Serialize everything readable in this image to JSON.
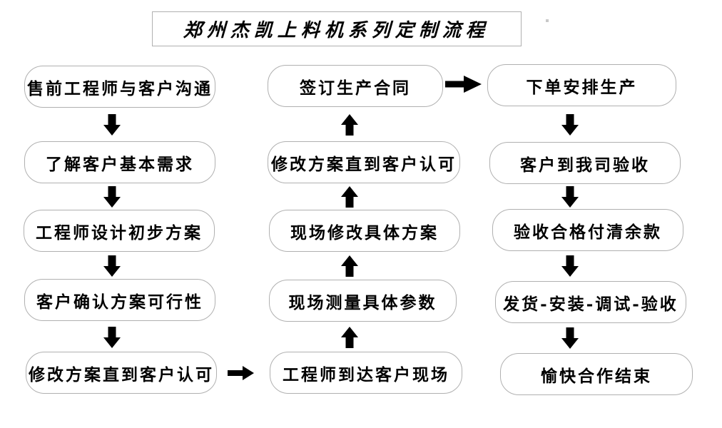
{
  "title": "郑州杰凯上料机系列定制流程",
  "flow": {
    "left_column": {
      "direction": "top-to-bottom",
      "steps": [
        "售前工程师与客户沟通",
        "了解客户基本需求",
        "工程师设计初步方案",
        "客户确认方案可行性",
        "修改方案直到客户认可"
      ]
    },
    "middle_column": {
      "direction": "bottom-to-top",
      "steps_top_to_bottom": [
        "签订生产合同",
        "修改方案直到客户认可",
        "现场修改具体方案",
        "现场测量具体参数",
        "工程师到达客户现场"
      ]
    },
    "right_column": {
      "direction": "top-to-bottom",
      "steps": [
        "下单安排生产",
        "客户到我司验收",
        "验收合格付清余款",
        "发货-安装-调试-验收",
        "愉快合作结束"
      ]
    },
    "cross_links": [
      {
        "from": "修改方案直到客户认可",
        "to": "工程师到达客户现场"
      },
      {
        "from": "签订生产合同",
        "to": "下单安排生产"
      }
    ]
  },
  "colors": {
    "background": "#ffffff",
    "box_border": "#b0b0b0",
    "box_fill": "#ffffff",
    "arrow_outline": "#000000",
    "text": "#000000"
  }
}
